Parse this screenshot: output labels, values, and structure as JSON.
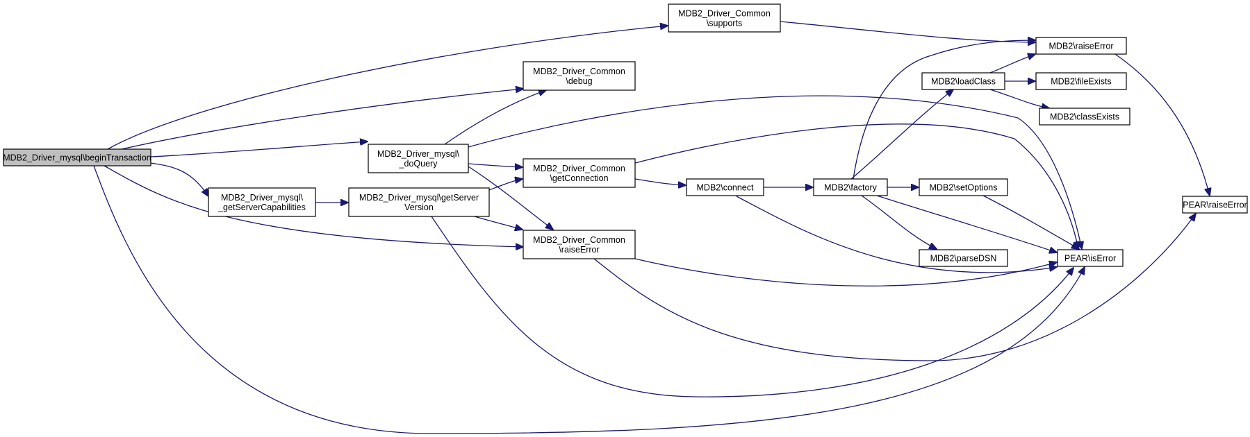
{
  "colors": {
    "edge": "#191970",
    "node_fill": "#ffffff",
    "root_fill": "#bfbfbf",
    "border": "#000000",
    "text": "#000000"
  },
  "nodes": [
    {
      "id": "beginTransaction",
      "lines": [
        "MDB2_Driver_mysql\\beginTransaction"
      ],
      "root": true
    },
    {
      "id": "supports",
      "lines": [
        "MDB2_Driver_Common",
        "\\supports"
      ]
    },
    {
      "id": "debug",
      "lines": [
        "MDB2_Driver_Common",
        "\\debug"
      ]
    },
    {
      "id": "doQuery",
      "lines": [
        "MDB2_Driver_mysql\\",
        "_doQuery"
      ]
    },
    {
      "id": "getServerCapabilities",
      "lines": [
        "MDB2_Driver_mysql\\",
        "_getServerCapabilities"
      ]
    },
    {
      "id": "getServerVersion",
      "lines": [
        "MDB2_Driver_mysql\\getServer",
        "Version"
      ]
    },
    {
      "id": "getConnection",
      "lines": [
        "MDB2_Driver_Common",
        "\\getConnection"
      ]
    },
    {
      "id": "commonRaiseError",
      "lines": [
        "MDB2_Driver_Common",
        "\\raiseError"
      ]
    },
    {
      "id": "connect",
      "lines": [
        "MDB2\\connect"
      ]
    },
    {
      "id": "factory",
      "lines": [
        "MDB2\\factory"
      ]
    },
    {
      "id": "loadClass",
      "lines": [
        "MDB2\\loadClass"
      ]
    },
    {
      "id": "mdb2RaiseError",
      "lines": [
        "MDB2\\raiseError"
      ]
    },
    {
      "id": "fileExists",
      "lines": [
        "MDB2\\fileExists"
      ]
    },
    {
      "id": "classExists",
      "lines": [
        "MDB2\\classExists"
      ]
    },
    {
      "id": "setOptions",
      "lines": [
        "MDB2\\setOptions"
      ]
    },
    {
      "id": "parseDSN",
      "lines": [
        "MDB2\\parseDSN"
      ]
    },
    {
      "id": "isError",
      "lines": [
        "PEAR\\isError"
      ]
    },
    {
      "id": "pearRaiseError",
      "lines": [
        "PEAR\\raiseError"
      ]
    }
  ],
  "edges": [
    [
      "beginTransaction",
      "supports"
    ],
    [
      "beginTransaction",
      "debug"
    ],
    [
      "beginTransaction",
      "doQuery"
    ],
    [
      "beginTransaction",
      "getServerCapabilities"
    ],
    [
      "beginTransaction",
      "commonRaiseError"
    ],
    [
      "beginTransaction",
      "isError"
    ],
    [
      "supports",
      "mdb2RaiseError"
    ],
    [
      "doQuery",
      "debug"
    ],
    [
      "doQuery",
      "getConnection"
    ],
    [
      "doQuery",
      "commonRaiseError"
    ],
    [
      "doQuery",
      "isError"
    ],
    [
      "getServerCapabilities",
      "getServerVersion"
    ],
    [
      "getServerVersion",
      "getConnection"
    ],
    [
      "getServerVersion",
      "commonRaiseError"
    ],
    [
      "getServerVersion",
      "isError"
    ],
    [
      "getConnection",
      "connect"
    ],
    [
      "getConnection",
      "isError"
    ],
    [
      "commonRaiseError",
      "isError"
    ],
    [
      "commonRaiseError",
      "pearRaiseError"
    ],
    [
      "connect",
      "factory"
    ],
    [
      "connect",
      "isError"
    ],
    [
      "factory",
      "mdb2RaiseError"
    ],
    [
      "factory",
      "loadClass"
    ],
    [
      "factory",
      "setOptions"
    ],
    [
      "factory",
      "parseDSN"
    ],
    [
      "factory",
      "isError"
    ],
    [
      "loadClass",
      "mdb2RaiseError"
    ],
    [
      "loadClass",
      "fileExists"
    ],
    [
      "loadClass",
      "classExists"
    ],
    [
      "setOptions",
      "isError"
    ],
    [
      "mdb2RaiseError",
      "pearRaiseError"
    ]
  ]
}
